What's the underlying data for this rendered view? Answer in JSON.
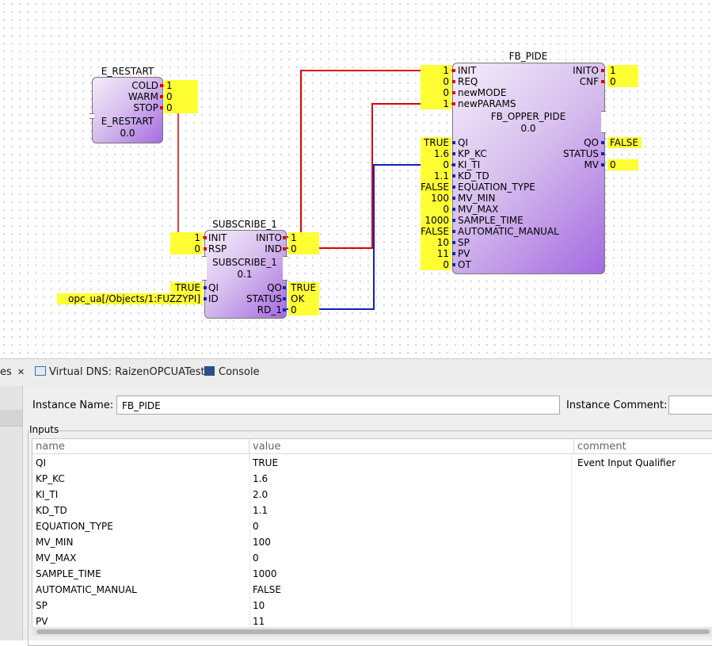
{
  "editor": {
    "e_restart": {
      "type_label": "E_RESTART",
      "inner_name": "E_RESTART",
      "version": "0.0",
      "outputs": [
        {
          "name": "COLD",
          "value": "1"
        },
        {
          "name": "WARM",
          "value": "0"
        },
        {
          "name": "STOP",
          "value": "0"
        }
      ]
    },
    "subscribe": {
      "type_label": "SUBSCRIBE_1",
      "inner_name": "SUBSCRIBE_1",
      "version": "0.1",
      "event_inputs": [
        {
          "name": "INIT",
          "value": "1"
        },
        {
          "name": "RSP",
          "value": "0"
        }
      ],
      "event_outputs": [
        {
          "name": "INITO",
          "value": "1"
        },
        {
          "name": "IND",
          "value": "0"
        }
      ],
      "data_inputs": [
        {
          "name": "QI",
          "value": "TRUE"
        },
        {
          "name": "ID",
          "value": "opc_ua[/Objects/1:FUZZYPI]"
        }
      ],
      "data_outputs": [
        {
          "name": "QO",
          "value": "TRUE"
        },
        {
          "name": "STATUS",
          "value": "OK"
        },
        {
          "name": "RD_1",
          "value": "0"
        }
      ]
    },
    "fb_pide": {
      "type_label": "FB_PIDE",
      "inner_name": "FB_OPPER_PIDE",
      "version": "0.0",
      "event_inputs": [
        {
          "name": "INIT",
          "value": "1"
        },
        {
          "name": "REQ",
          "value": "0"
        },
        {
          "name": "newMODE",
          "value": "0"
        },
        {
          "name": "newPARAMS",
          "value": "1"
        }
      ],
      "event_outputs": [
        {
          "name": "INITO",
          "value": "1"
        },
        {
          "name": "CNF",
          "value": "0"
        }
      ],
      "data_inputs": [
        {
          "name": "QI",
          "value": "TRUE"
        },
        {
          "name": "KP_KC",
          "value": "1.6"
        },
        {
          "name": "KI_TI",
          "value": "0"
        },
        {
          "name": "KD_TD",
          "value": "1.1"
        },
        {
          "name": "EQUATION_TYPE",
          "value": "FALSE"
        },
        {
          "name": "MV_MIN",
          "value": "100"
        },
        {
          "name": "MV_MAX",
          "value": "0"
        },
        {
          "name": "SAMPLE_TIME",
          "value": "1000"
        },
        {
          "name": "AUTOMATIC_MANUAL",
          "value": "FALSE"
        },
        {
          "name": "SP",
          "value": "10"
        },
        {
          "name": "PV",
          "value": "11"
        },
        {
          "name": "OT",
          "value": "0"
        }
      ],
      "data_outputs": [
        {
          "name": "QO",
          "value": "FALSE"
        },
        {
          "name": "STATUS",
          "value": ""
        },
        {
          "name": "MV",
          "value": "0"
        }
      ]
    }
  },
  "colors": {
    "event_wire": "#e00000",
    "data_wire": "#1020c0",
    "highlight": "#ffff33"
  },
  "tabs": [
    {
      "label": "es",
      "icon": "close-icon"
    },
    {
      "label": "Virtual DNS: RaizenOPCUATest",
      "icon": "dns-icon"
    },
    {
      "label": "Console",
      "icon": "console-icon"
    }
  ],
  "properties": {
    "instance_name_label": "Instance Name:",
    "instance_name_value": "FB_PIDE",
    "instance_comment_label": "Instance Comment:",
    "instance_comment_value": "",
    "inputs_group": "Inputs",
    "columns": [
      "name",
      "value",
      "comment"
    ],
    "rows": [
      {
        "name": "QI",
        "value": "TRUE",
        "comment": "Event Input Qualifier"
      },
      {
        "name": "KP_KC",
        "value": "1.6",
        "comment": ""
      },
      {
        "name": "KI_TI",
        "value": "2.0",
        "comment": ""
      },
      {
        "name": "KD_TD",
        "value": "1.1",
        "comment": ""
      },
      {
        "name": "EQUATION_TYPE",
        "value": "0",
        "comment": ""
      },
      {
        "name": "MV_MIN",
        "value": "100",
        "comment": ""
      },
      {
        "name": "MV_MAX",
        "value": "0",
        "comment": ""
      },
      {
        "name": "SAMPLE_TIME",
        "value": "1000",
        "comment": ""
      },
      {
        "name": "AUTOMATIC_MANUAL",
        "value": "FALSE",
        "comment": ""
      },
      {
        "name": "SP",
        "value": "10",
        "comment": ""
      },
      {
        "name": "PV",
        "value": "11",
        "comment": ""
      }
    ]
  }
}
